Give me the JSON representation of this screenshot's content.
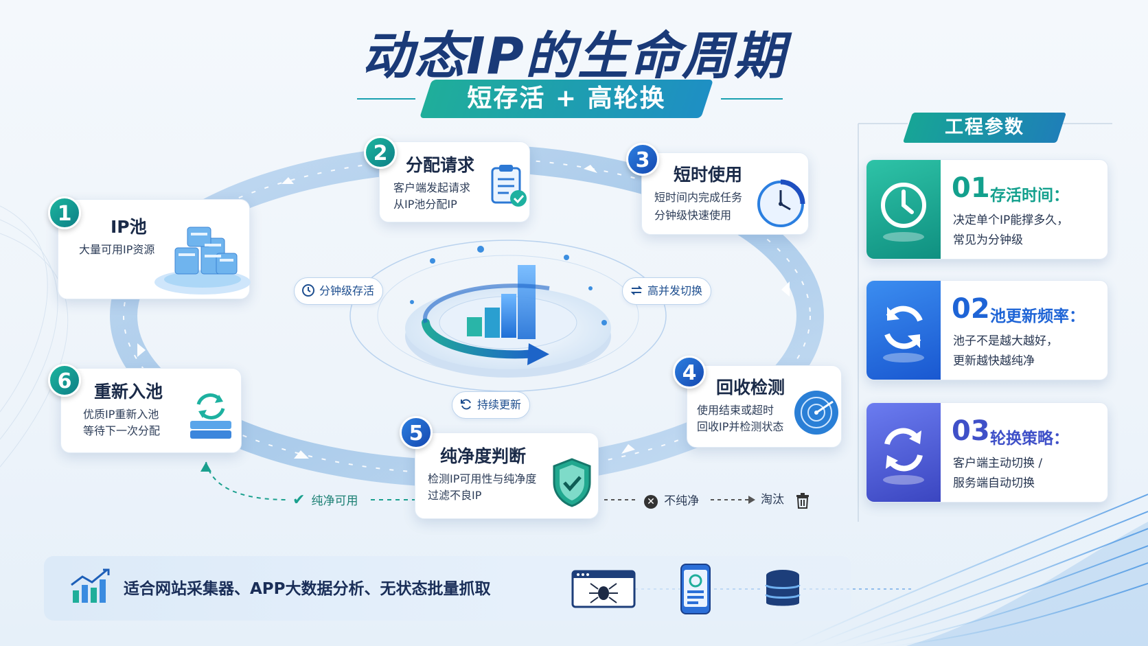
{
  "title": "动态IP的生命周期",
  "subtitle": "短存活 + 高轮换",
  "steps": [
    {
      "num": "1",
      "title": "IP池",
      "desc": [
        "大量可用IP资源"
      ]
    },
    {
      "num": "2",
      "title": "分配请求",
      "desc": [
        "客户端发起请求",
        "从IP池分配IP"
      ]
    },
    {
      "num": "3",
      "title": "短时使用",
      "desc": [
        "短时间内完成任务",
        "分钟级快速使用"
      ]
    },
    {
      "num": "4",
      "title": "回收检测",
      "desc": [
        "使用结束或超时",
        "回收IP并检测状态"
      ]
    },
    {
      "num": "5",
      "title": "纯净度判断",
      "desc": [
        "检测IP可用性与纯净度",
        "过滤不良IP"
      ]
    },
    {
      "num": "6",
      "title": "重新入池",
      "desc": [
        "优质IP重新入池",
        "等待下一次分配"
      ]
    }
  ],
  "center_pills": {
    "left": "分钟级存活",
    "right": "高并发切换",
    "bottom": "持续更新"
  },
  "branches": {
    "clean": "纯净可用",
    "unclean": "不纯净",
    "discard": "淘汰"
  },
  "panel": {
    "title": "工程参数",
    "items": [
      {
        "num": "01",
        "label": "存活时间：",
        "desc": [
          "决定单个IP能撑多久，",
          "常见为分钟级"
        ],
        "color": "#13a08d",
        "icon": "clock-icon"
      },
      {
        "num": "02",
        "label": "池更新频率：",
        "desc": [
          "池子不是越大越好，",
          "更新越快越纯净"
        ],
        "color": "#1e64d6",
        "icon": "refresh-icon"
      },
      {
        "num": "03",
        "label": "轮换策略：",
        "desc": [
          "客户端主动切换 /",
          "服务端自动切换"
        ],
        "color": "#3f50c8",
        "icon": "swap-icon"
      }
    ]
  },
  "bottom": {
    "text": "适合网站采集器、APP大数据分析、无状态批量抓取",
    "icons": [
      "chart-icon",
      "spider-browser-icon",
      "phone-icon",
      "database-icon"
    ]
  }
}
